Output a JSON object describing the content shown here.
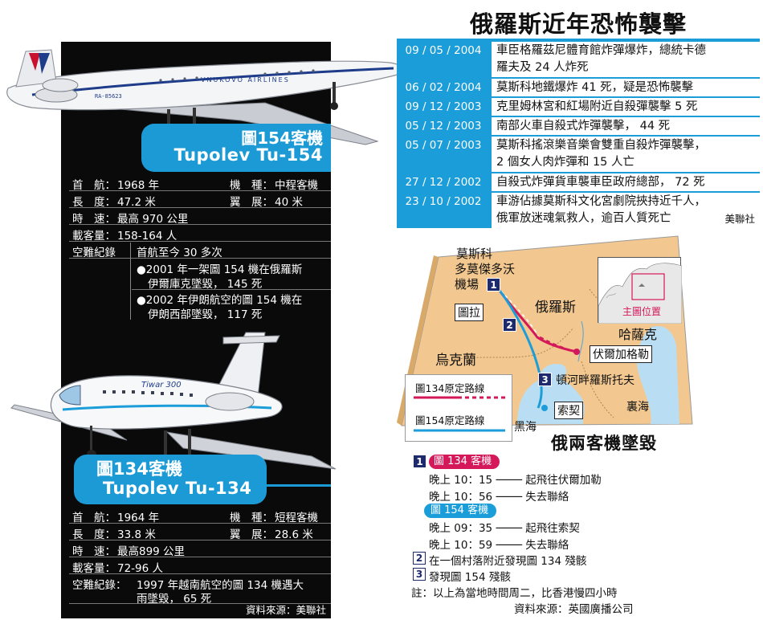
{
  "tu154": {
    "name_zh": "圖154客機",
    "name_en": "Tupolev Tu-154",
    "livery_text": "VNUKOVO AIRLINES",
    "reg": "RA-85623",
    "specs": {
      "first_flight_label": "首　航：",
      "first_flight": "1968 年",
      "type_label": "機　種：",
      "type": "中程客機",
      "length_label": "長　度：",
      "length": "47.2 米",
      "span_label": "翼　展：",
      "span": "40 米",
      "speed_label": "時　速：",
      "speed": "最高 970 公里",
      "capacity_label": "載客量：",
      "capacity": "158-164 人",
      "record_label": "空難紀錄",
      "record_summary": "首航至今 30 多次",
      "records": [
        {
          "line1": "●2001 年一架圖 154 機在俄羅斯",
          "line2": "伊爾庫克墜毀， 145 死"
        },
        {
          "line1": "●2002 年伊朗航空的圖 154 機在",
          "line2": "伊朗西部墜毀， 117 死"
        }
      ]
    }
  },
  "tu134": {
    "name_zh": "圖134客機",
    "name_en": "Tupolev Tu-134",
    "livery_text": "Tiwar 300",
    "specs": {
      "first_flight_label": "首　航：",
      "first_flight": "1964 年",
      "type_label": "機　種：",
      "type": "短程客機",
      "length_label": "長　度：",
      "length": "33.8 米",
      "span_label": "翼　展：",
      "span": "28.6 米",
      "speed_label": "時　速：",
      "speed": "最高899 公里",
      "capacity_label": "載客量：",
      "capacity": "72-96 人",
      "record_label": "空難紀錄：",
      "record_line1": "1997 年越南航空的圖 134 機遇大",
      "record_line2": "雨墜毀， 65 死"
    },
    "source": "資料來源：美聯社"
  },
  "attacks": {
    "title": "俄羅斯近年恐怖襲擊",
    "rows": [
      {
        "date": "09 / 05 / 2004",
        "line1": "車臣格羅茲尼體育館炸彈爆炸，總統卡德",
        "line2": "羅夫及 24 人炸死"
      },
      {
        "date": "06 / 02 / 2004",
        "line1": "莫斯科地鐵爆炸 41 死，疑是恐怖襲擊"
      },
      {
        "date": "09 / 12 / 2003",
        "line1": "克里姆林宮和紅場附近自殺彈襲擊 5 死"
      },
      {
        "date": "05 / 12 / 2003",
        "line1": "南部火車自殺式炸彈襲擊， 44 死"
      },
      {
        "date": "05 / 07 / 2003",
        "line1": "莫斯科搖滾樂音樂會雙重自殺炸彈襲擊，",
        "line2": "2 個女人肉炸彈和 15 人亡"
      },
      {
        "date": "27 / 12 / 2002",
        "line1": "自殺式炸彈貨車襲車臣政府總部， 72 死"
      },
      {
        "date": "23 / 10 / 2002",
        "line1": "車游佔據莫斯科文化宮劇院挾持近千人，",
        "line2": "俄軍放迷魂氣救人，逾百人質死亡"
      }
    ],
    "source": "美聯社"
  },
  "map": {
    "moscow_line1": "莫斯科",
    "moscow_line2": "多莫傑多沃",
    "moscow_line3": "機場",
    "tula": "圖拉",
    "russia": "俄羅斯",
    "kazakhstan": "哈薩克",
    "ukraine": "烏克蘭",
    "volgograd": "伏爾加格勒",
    "rostov": "頓河畔羅斯托夫",
    "sochi": "索契",
    "black_sea": "黑海",
    "caspian": "裏海",
    "inset_label": "主圖位置",
    "markers": [
      "1",
      "2",
      "3"
    ],
    "legend_134": "圖134原定路線",
    "legend_154": "圖154原定路線",
    "colors": {
      "route_134": "#d4185a",
      "route_154": "#1a9dd9",
      "land": "#f2c890",
      "sea": "#b9def3",
      "marker": "#1e2a6e"
    }
  },
  "timeline": {
    "title": "俄兩客機墜毀",
    "tag_134": "圖 134 客機",
    "t134_1": "晚上 10：15 ──── 起飛往伏爾加勒",
    "t134_2": "晚上 10：56 ──── 失去聯絡",
    "tag_154": "圖 154 客機",
    "t154_1": "晚上 09：35 ──── 起飛往索契",
    "t154_2": "晚上 10：59 ──── 失去聯絡",
    "event2": "在一個村落附近發現圖 134 殘骸",
    "event3": "發現圖 154 殘骸",
    "note": "註：以上為當地時間周二，比香港慢四小時",
    "source": "資料來源：英國廣播公司"
  }
}
